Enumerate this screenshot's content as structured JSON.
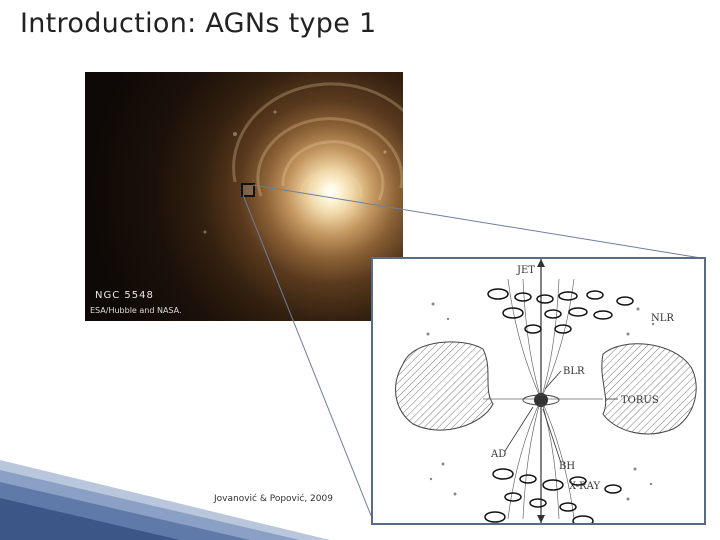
{
  "slide": {
    "title": "Introduction: AGNs type 1"
  },
  "galaxy_image": {
    "name_label": "NGC 5548",
    "credit": "ESA/Hubble and NASA."
  },
  "diagram": {
    "labels": {
      "jet": "JET",
      "nlr": "NLR",
      "blr": "BLR",
      "torus": "TORUS",
      "ad": "AD",
      "bh": "BH",
      "xray": "X-RAY"
    }
  },
  "citation": "Jovanović & Popović, 2009"
}
